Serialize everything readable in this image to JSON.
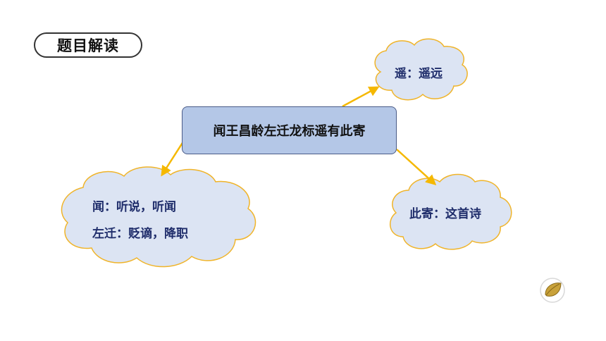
{
  "title": "题目解读",
  "center": "闻王昌龄左迁龙标遥有此寄",
  "clouds": {
    "top_right": "遥：遥远",
    "bottom_left_line1": "闻：听说，听闻",
    "bottom_left_line2": "左迁：贬谪，降职",
    "right": "此寄：这首诗"
  },
  "colors": {
    "cloud_fill": "#dce4f3",
    "cloud_stroke": "#f0b429",
    "arrow": "#f5b800",
    "box_fill": "#b4c7e7",
    "text_blue": "#1f2d6b"
  },
  "icons": [
    "leaf-icon"
  ]
}
